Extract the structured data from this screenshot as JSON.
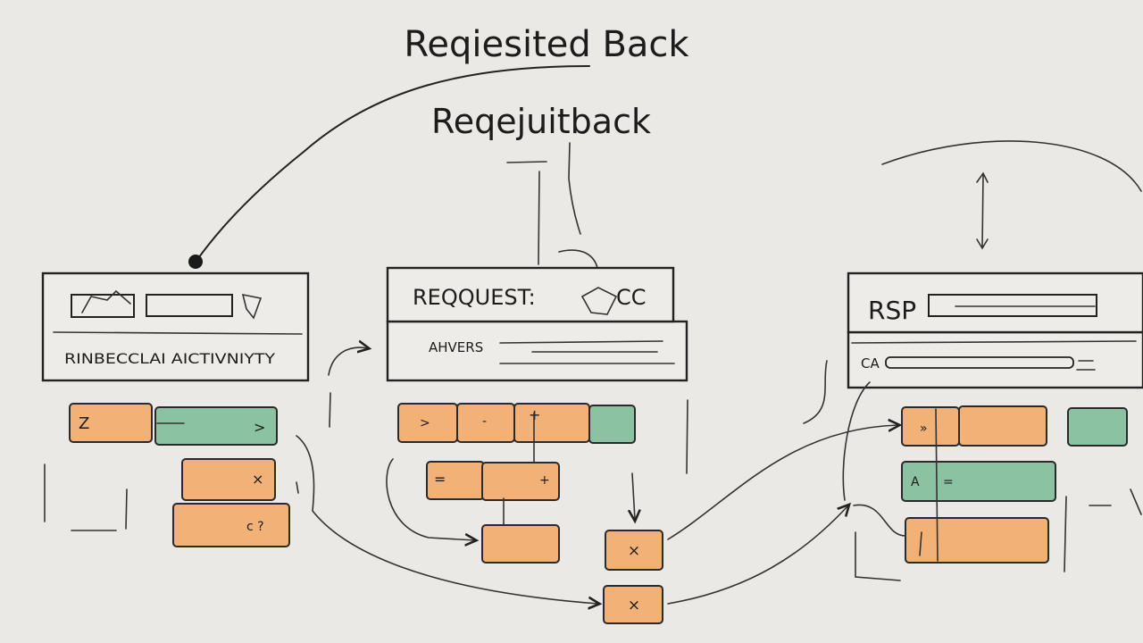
{
  "titles": {
    "main": "Reqiesited Back",
    "sub": "Reqejuitback"
  },
  "panels": {
    "left": {
      "footer": "RINBECCLAI AICTIVNIYTY"
    },
    "middle": {
      "header": "REQQUEST:",
      "header_suffix": "CC",
      "row_label": "AHVERS"
    },
    "right": {
      "header": "RSP",
      "row_label": "CA"
    }
  },
  "blocks": {
    "left_top": "Z",
    "left_top_arrow": ">",
    "left_mid_mark": "×",
    "left_bottom_mark": "c ?",
    "mid_a": ">",
    "mid_b": "-",
    "mid_c": "+",
    "mid_row2_a": "=",
    "mid_row2_b": "+",
    "x_top": "×",
    "x_bottom": "×",
    "right_a": "»",
    "right_green_a": "A",
    "right_green_b": "="
  },
  "colors": {
    "background": "#ebe9e5",
    "orange": "#f2b277",
    "green": "#8ac2a2",
    "ink": "#222222"
  }
}
